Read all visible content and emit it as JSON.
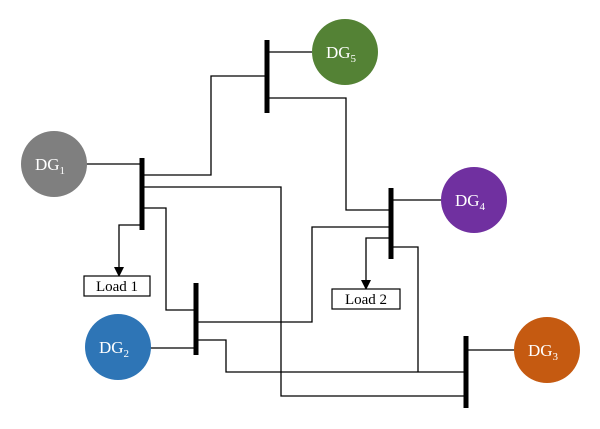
{
  "generators": [
    {
      "id": "dg1",
      "name": "DG",
      "sub": "1",
      "color": "#7f7f7f"
    },
    {
      "id": "dg2",
      "name": "DG",
      "sub": "2",
      "color": "#2e75b6"
    },
    {
      "id": "dg3",
      "name": "DG",
      "sub": "3",
      "color": "#c55a11"
    },
    {
      "id": "dg4",
      "name": "DG",
      "sub": "4",
      "color": "#7030a0"
    },
    {
      "id": "dg5",
      "name": "DG",
      "sub": "5",
      "color": "#548235"
    }
  ],
  "loads": [
    {
      "id": "load1",
      "label": "Load 1"
    },
    {
      "id": "load2",
      "label": "Load 2"
    }
  ],
  "line_color": "#000000",
  "background_color": "#ffffff"
}
